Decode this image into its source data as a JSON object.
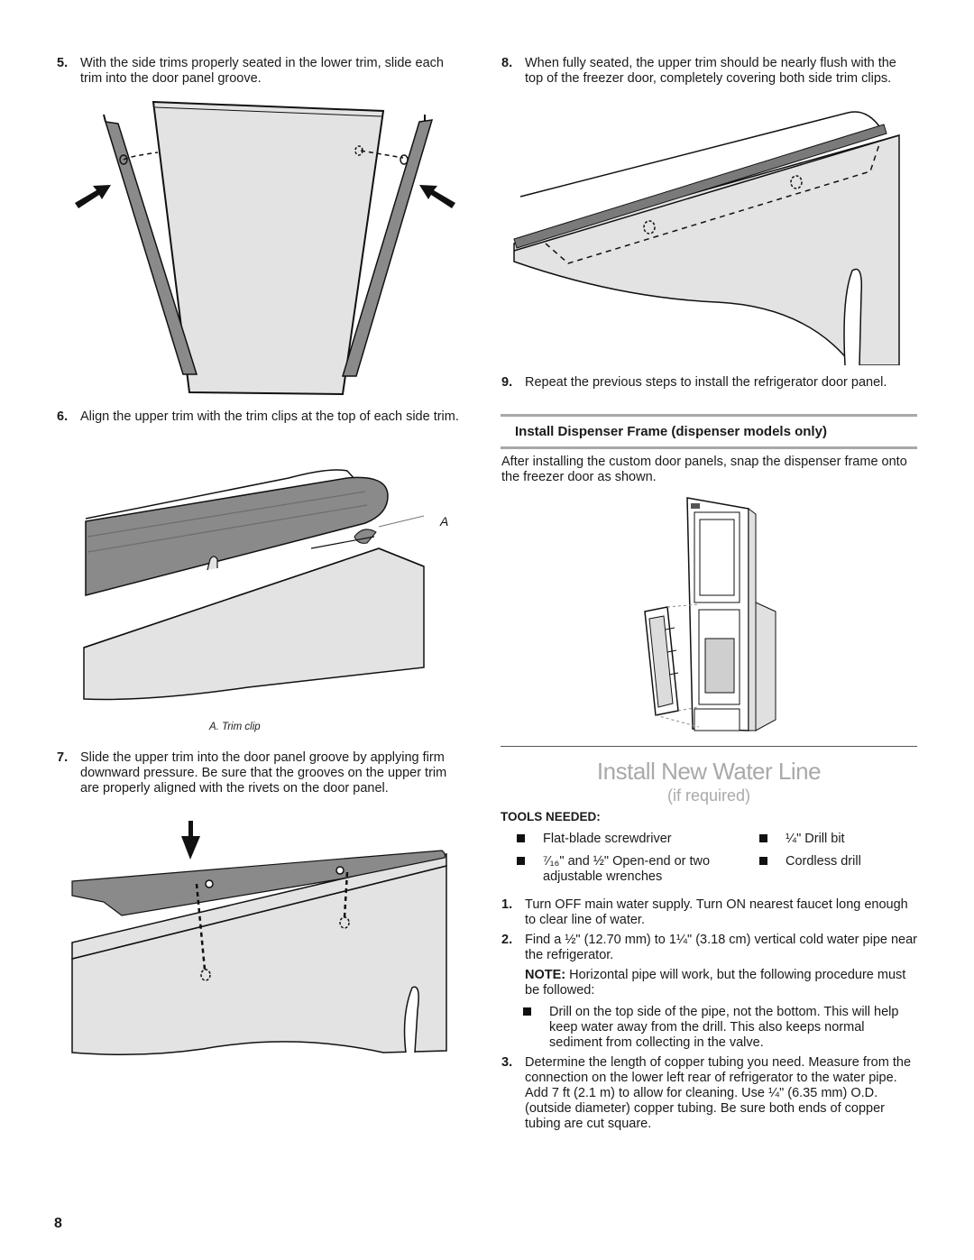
{
  "left": {
    "step5": {
      "num": "5.",
      "text": "With the side trims properly seated in the lower trim, slide each trim into the door panel groove."
    },
    "step6": {
      "num": "6.",
      "text": "Align the upper trim with the trim clips at the top of each side trim."
    },
    "fig6_label": "A",
    "fig6_caption": "A. Trim clip",
    "step7": {
      "num": "7.",
      "text": "Slide the upper trim into the door panel groove by applying firm downward pressure. Be sure that the grooves on the upper trim are properly aligned with the rivets on the door panel."
    }
  },
  "right": {
    "step8": {
      "num": "8.",
      "text": "When fully seated, the upper trim should be nearly flush with the top of the freezer door, completely covering both side trim clips."
    },
    "step9": {
      "num": "9.",
      "text": "Repeat the previous steps to install the refrigerator door panel."
    },
    "dispenser_heading": "Install Dispenser Frame (dispenser models only)",
    "dispenser_text": "After installing the custom door panels, snap the dispenser frame onto the freezer door as shown.",
    "water_title": "Install New Water Line",
    "water_subtitle": "(if required)",
    "tools_heading": "TOOLS NEEDED:",
    "tools": [
      "Flat-blade screwdriver",
      "¼\" Drill bit",
      "⁷⁄₁₆\" and ½\" Open-end or two adjustable wrenches",
      "Cordless drill"
    ],
    "w1": {
      "num": "1.",
      "text": "Turn OFF main water supply. Turn ON nearest faucet long enough to clear line of water."
    },
    "w2": {
      "num": "2.",
      "text": "Find a ½\" (12.70 mm) to 1¼\" (3.18 cm) vertical cold water pipe near the refrigerator."
    },
    "note_label": "NOTE:",
    "note_text": " Horizontal pipe will work, but the following procedure must be followed:",
    "bullet": "Drill on the top side of the pipe, not the bottom. This will help keep water away from the drill. This also keeps normal sediment from collecting in the valve.",
    "w3": {
      "num": "3.",
      "text": "Determine the length of copper tubing you need. Measure from the connection on the lower left rear of refrigerator to the water pipe. Add 7 ft (2.1 m) to allow for cleaning. Use ¼\" (6.35 mm) O.D. (outside diameter) copper tubing. Be sure both ends of copper tubing are cut square."
    }
  },
  "page_number": "8",
  "colors": {
    "panel_fill": "#e3e3e3",
    "trim_fill": "#8a8a8a",
    "heading_gray": "#a9a9a9",
    "rule_gray": "#a8a8a8"
  }
}
